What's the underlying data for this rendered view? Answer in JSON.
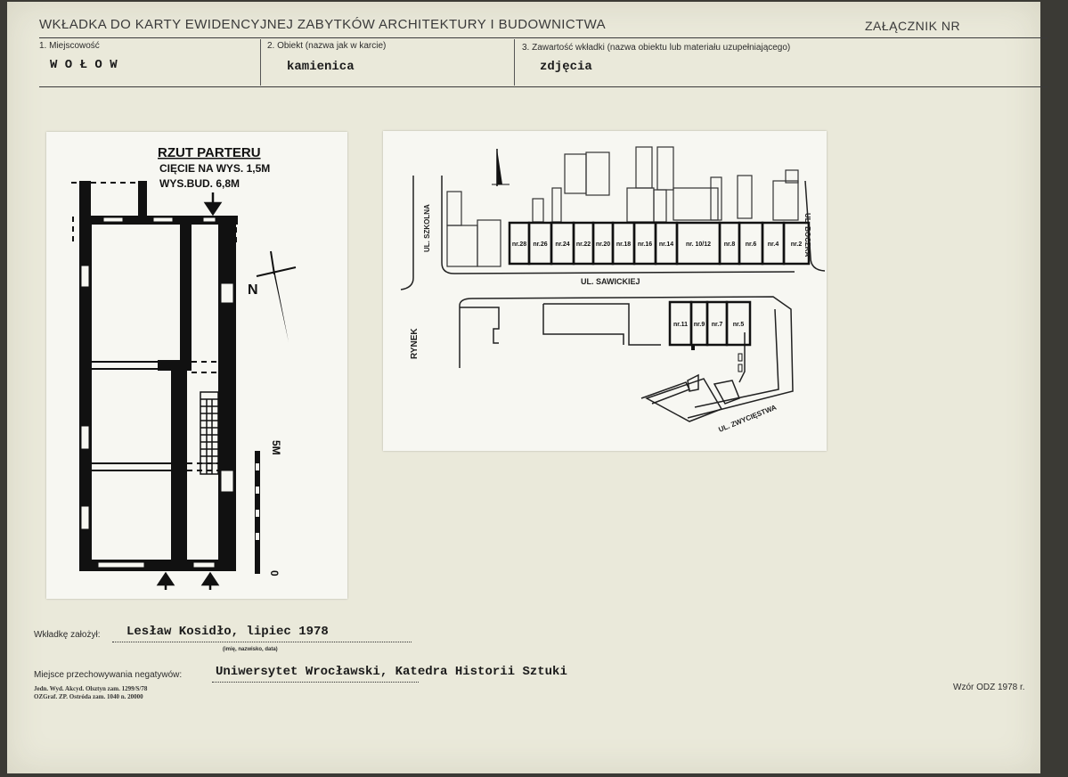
{
  "header": {
    "title": "WKŁADKA DO KARTY EWIDENCYJNEJ ZABYTKÓW ARCHITEKTURY I BUDOWNICTWA",
    "annex": "ZAŁĄCZNIK NR"
  },
  "fields": {
    "locality_label": "1. Miejscowość",
    "locality_value": "W O Ł O W",
    "object_label": "2. Obiekt (nazwa jak w karcie)",
    "object_value": "kamienica",
    "content_label": "3. Zawartość wkładki (nazwa obiektu lub materiału uzupełniającego)",
    "content_value": "zdjęcia"
  },
  "plan": {
    "title_line1": "RZUT PARTERU",
    "title_line2": "CIĘCIE NA WYS. 1,5M",
    "title_line3": "WYS.BUD. 6,8M",
    "north": "N",
    "scale_top": "5M",
    "scale_bottom": "0"
  },
  "map": {
    "street_szkolna": "UL. SZKOLNA",
    "street_sawickiej": "UL. SAWICKIEJ",
    "street_boczka": "UL. BOCZKA",
    "street_zwyciestwa": "UL. ZWYCIĘSTWA",
    "rynek": "RYNEK",
    "north_lots": [
      "nr.28",
      "nr.26",
      "nr.24",
      "nr.22",
      "nr.20",
      "nr.18",
      "nr.16",
      "nr.14",
      "nr. 10/12",
      "nr.8",
      "nr.6",
      "nr.4",
      "nr.2"
    ],
    "south_lots": [
      "nr.11",
      "nr.9",
      "nr.7",
      "nr.5"
    ]
  },
  "footer": {
    "author_label": "Wkładkę założył:",
    "author_value": "Lesław Kosidło, lipiec 1978",
    "author_hint": "(imię, nazwisko, data)",
    "negatives_label": "Miejsce przechowywania negatywów:",
    "negatives_value": "Uniwersytet Wrocławski, Katedra Historii Sztuki",
    "print_line1": "Jedn. Wyd. Akcyd. Olsztyn zam. 1299/S/78",
    "print_line2": "OZGraf. ZP. Ostróda zam. 1040 n. 20000",
    "template": "Wzór ODZ 1978 r."
  }
}
